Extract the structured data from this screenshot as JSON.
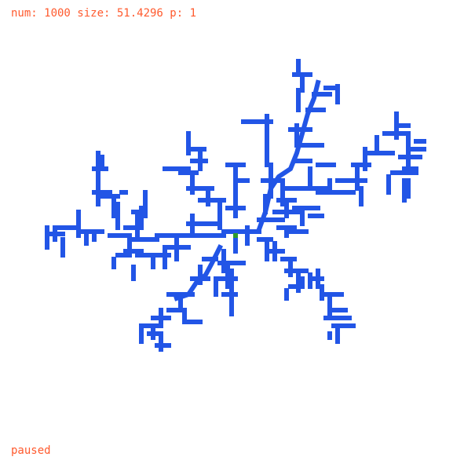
{
  "stats_line": "num: 1000 size: 51.4296 p: 1",
  "status": "paused",
  "colors": {
    "text": "#ff5a2e",
    "cluster": "#2255e6",
    "seed": "#2e9a2e",
    "background": "#ffffff"
  },
  "simulation": {
    "num_particles": 1000,
    "size": 51.4296,
    "p": 1,
    "state": "paused",
    "description_of_view": "diffusion-limited aggregation cluster"
  }
}
